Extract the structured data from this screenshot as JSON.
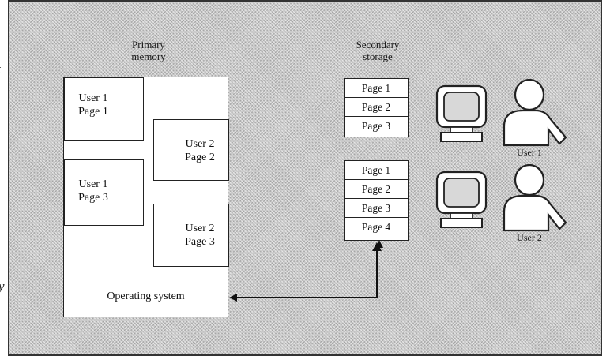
{
  "margin_glyphs": [
    "t",
    "y"
  ],
  "primary_memory": {
    "heading": [
      "Primary",
      "memory"
    ],
    "blocks": [
      {
        "lines": [
          "User 1",
          "Page 1"
        ]
      },
      {
        "lines": [
          "User 2",
          "Page 2"
        ]
      },
      {
        "lines": [
          "User 1",
          "Page 3"
        ]
      },
      {
        "lines": [
          "User 2",
          "Page 3"
        ]
      }
    ],
    "os_label": "Operating system"
  },
  "secondary_storage": {
    "heading": [
      "Secondary",
      "storage"
    ],
    "user1_pages": [
      "Page 1",
      "Page 2",
      "Page 3"
    ],
    "user2_pages": [
      "Page 1",
      "Page 2",
      "Page 3",
      "Page 4"
    ]
  },
  "users": [
    {
      "label": "User 1"
    },
    {
      "label": "User 2"
    }
  ],
  "colors": {
    "figure_background": "#c9c9c9",
    "box_fill": "#ffffff",
    "stroke": "#222222",
    "figure_fill_pattern": "stippled gray"
  }
}
